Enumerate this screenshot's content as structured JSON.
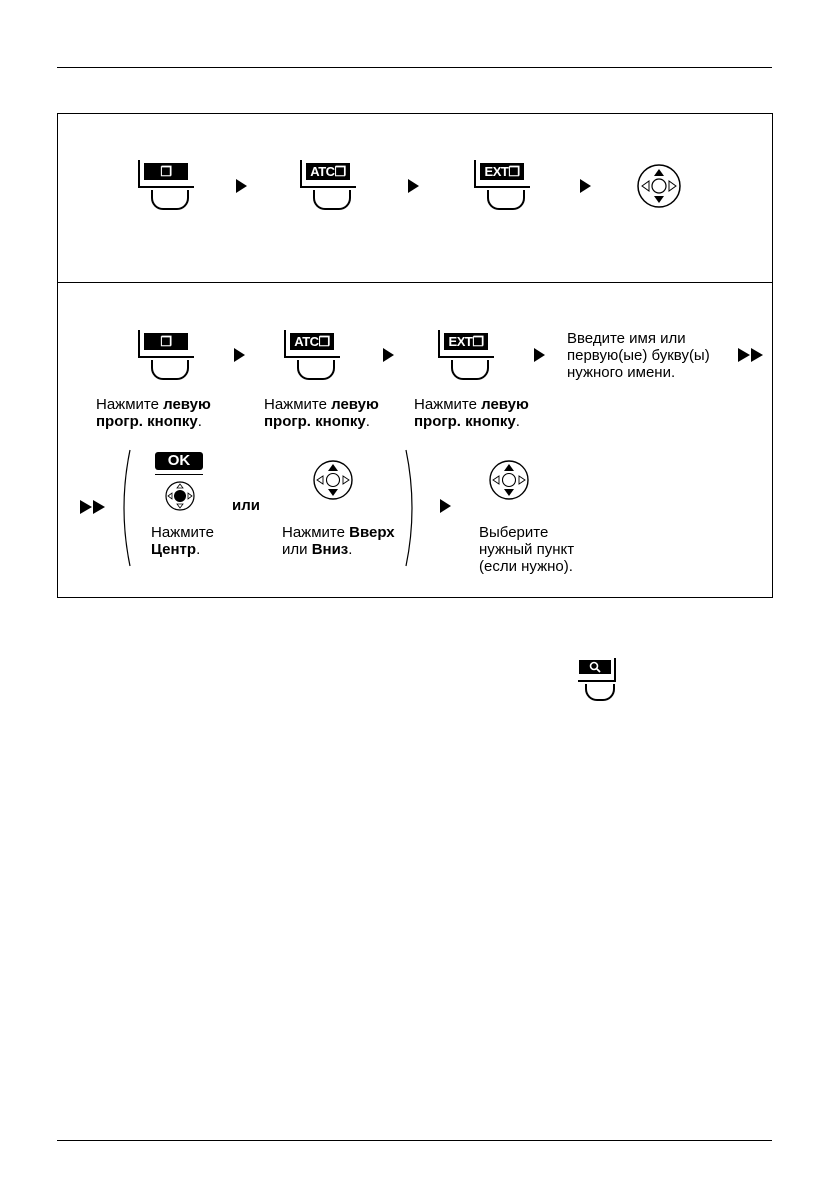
{
  "steps": {
    "key_book_label": "❐",
    "key_atc_label": "ATC❐",
    "key_ext_label": "EXT❐",
    "press_left_1": "Нажмите ",
    "press_left_bold": "левую",
    "press_left_2": "прогр. кнопку",
    "period": ".",
    "enter_name": [
      "Введите имя или",
      "первую(ые) букву(ы)",
      "нужного имени."
    ],
    "ok_label": "OK",
    "press": "Нажмите",
    "center_bold": "Центр",
    "or_word": "или",
    "press_up_1": "Нажмите ",
    "up_bold": "Вверх",
    "or_lower": "или ",
    "down_bold": "Вниз",
    "select_item": [
      "Выберите",
      "нужный пункт",
      "(если нужно)."
    ]
  }
}
